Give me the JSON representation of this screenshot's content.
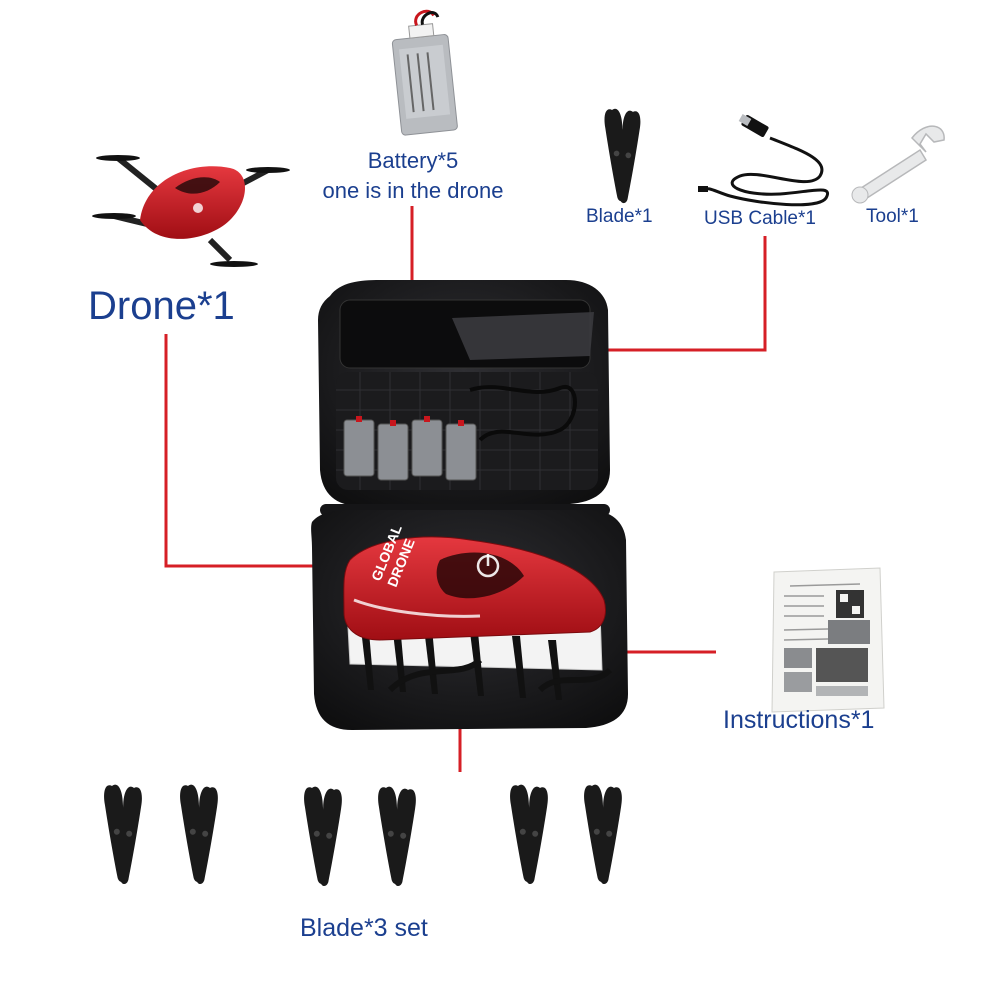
{
  "labels": {
    "battery_line1": "Battery*5",
    "battery_line2": "one is in the drone",
    "drone": "Drone*1",
    "blade_single": "Blade*1",
    "usb_cable": "USB Cable*1",
    "tool": "Tool*1",
    "instructions": "Instructions*1",
    "blade_sets": "Blade*3  set"
  },
  "case_print": {
    "car_logo_line1": "GLOBAL",
    "car_logo_line2": "DRONE"
  },
  "colors": {
    "label_text": "#1b3f8f",
    "leader_line": "#d61f26",
    "case_body": "#1c1c1e",
    "drone_red": "#c8161d",
    "blade_black": "#1a1a1a",
    "battery_silver": "#b9bcc0"
  },
  "icons": [
    "drone-icon",
    "battery-icon",
    "blade-icon",
    "usb-cable-icon",
    "tool-icon",
    "manual-icon",
    "carry-case-icon"
  ]
}
